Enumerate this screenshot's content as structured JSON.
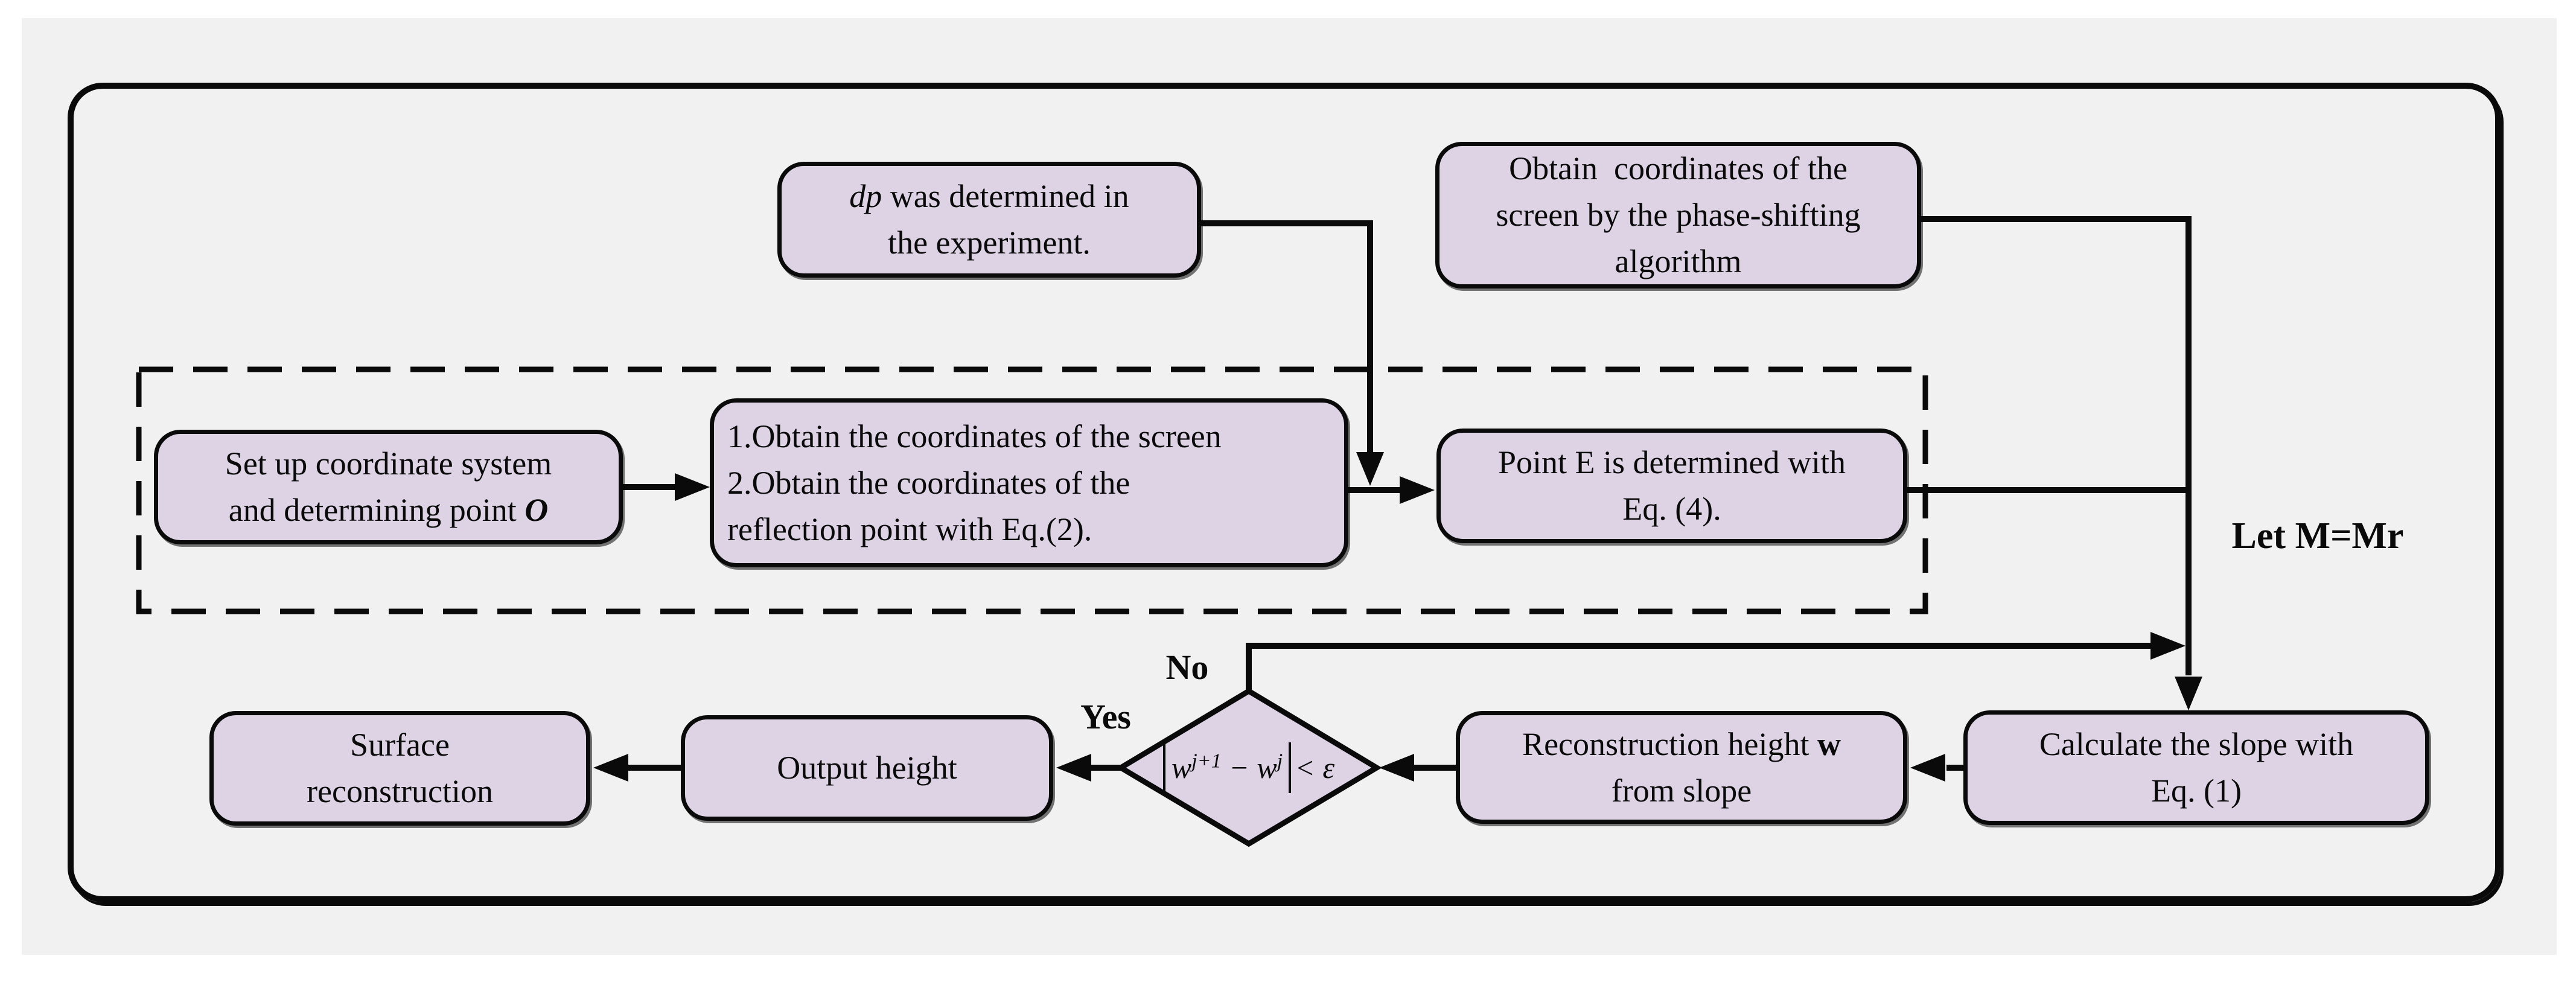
{
  "figure": {
    "type": "flowchart",
    "colors": {
      "panel_bg": "#f1f1f2",
      "node_fill": "#ddd3e5",
      "stroke": "#0a0a0a",
      "page_bg": "#ffffff"
    }
  },
  "nodes": {
    "dp_box": {
      "line1_italic": "dp",
      "line1_rest": " was determined in",
      "line2": "the experiment."
    },
    "obtain_screen": {
      "line1": "Obtain  coordinates of the",
      "line2": "screen by the phase-shifting",
      "line3": "algorithm"
    },
    "setup": {
      "line1": "Set up coordinate system",
      "line2_pre": "and determining point ",
      "line2_bold_italic": "O"
    },
    "obtain_coords": {
      "line1": "1.Obtain the coordinates of the screen",
      "line2": "2.Obtain the coordinates of the",
      "line3": "reflection point with Eq.(2)."
    },
    "point_e": {
      "line1": "Point E is determined with",
      "line2": "Eq. (4)."
    },
    "calc_slope": {
      "line1": "Calculate the slope with",
      "line2": "Eq. (1)"
    },
    "reconstruction_height": {
      "line1_pre": "Reconstruction height ",
      "line1_bold": "w",
      "line2": "from slope"
    },
    "decision": {
      "lhs_base": "w",
      "lhs_sup": "j+1",
      "minus": "−",
      "rhs_base": "w",
      "rhs_sup": "j",
      "comparison": "< ε"
    },
    "output_height": {
      "line1": "Output height"
    },
    "surface": {
      "line1": "Surface",
      "line2": "reconstruction"
    }
  },
  "labels": {
    "no": "No",
    "yes": "Yes",
    "let_m": "Let M=Mr"
  }
}
